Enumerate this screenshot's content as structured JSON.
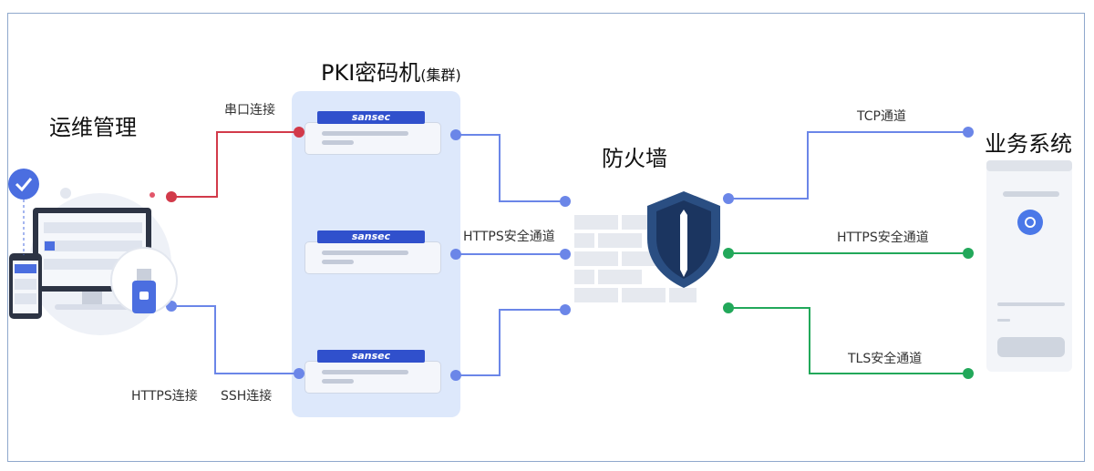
{
  "title": {
    "ops": "运维管理",
    "pki": "PKI密码机",
    "pki_suffix": "(集群)",
    "firewall": "防火墙",
    "business": "业务系统"
  },
  "labels": {
    "serial": "串口连接",
    "https_conn": "HTTPS连接",
    "ssh_conn": "SSH连接",
    "https_mid": "HTTPS安全通道",
    "tcp": "TCP通道",
    "https_right": "HTTPS安全通道",
    "tls": "TLS安全通道"
  },
  "servers": [
    "sansec",
    "sansec",
    "sansec"
  ],
  "colors": {
    "red": "#d23a4a",
    "blue": "#6b86e8",
    "green": "#22a85a",
    "cluster_bg": "#dde8fb",
    "shield": "#2a4e82"
  }
}
